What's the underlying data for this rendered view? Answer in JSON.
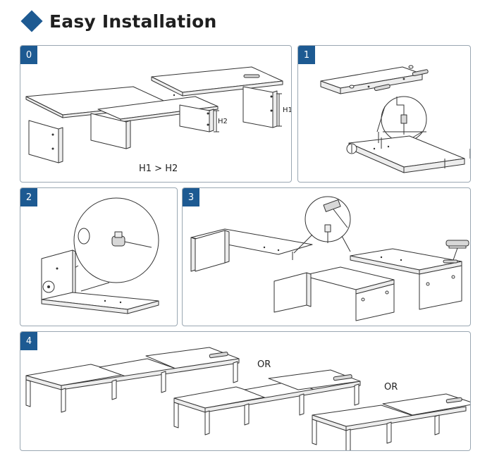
{
  "header": {
    "title": "Easy Installation",
    "accent_color": "#1d5a92"
  },
  "steps": [
    {
      "number": "0",
      "labels": {
        "h1": "H1",
        "h2": "H2",
        "caption": "H1 > H2"
      }
    },
    {
      "number": "1"
    },
    {
      "number": "2"
    },
    {
      "number": "3"
    },
    {
      "number": "4",
      "labels": {
        "or1": "OR",
        "or2": "OR"
      }
    }
  ]
}
